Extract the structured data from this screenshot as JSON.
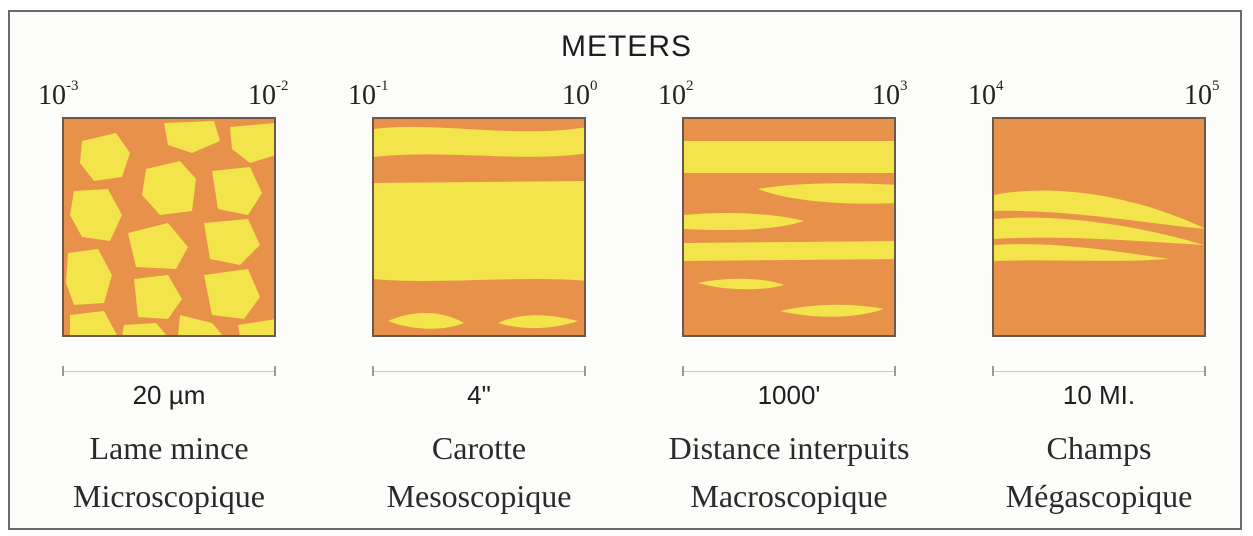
{
  "units_title": "METERS",
  "colors": {
    "matrix": "#e8914a",
    "grain": "#f2e44a",
    "border": "#6a5a4a"
  },
  "panels": [
    {
      "id": "thin-section",
      "range_min": {
        "base": "10",
        "exp": "-3"
      },
      "range_max": {
        "base": "10",
        "exp": "-2"
      },
      "scale_label": "20 µm",
      "name": "Lame mince",
      "category": "Microscopique"
    },
    {
      "id": "core",
      "range_min": {
        "base": "10",
        "exp": "-1"
      },
      "range_max": {
        "base": "10",
        "exp": "0"
      },
      "scale_label": "4\"",
      "name": "Carotte",
      "category": "Mesoscopique"
    },
    {
      "id": "interwell",
      "range_min": {
        "base": "10",
        "exp": "2"
      },
      "range_max": {
        "base": "10",
        "exp": "3"
      },
      "scale_label": "1000'",
      "name": "Distance interpuits",
      "category": "Macroscopique"
    },
    {
      "id": "field",
      "range_min": {
        "base": "10",
        "exp": "4"
      },
      "range_max": {
        "base": "10",
        "exp": "5"
      },
      "scale_label": "10 MI.",
      "name": "Champs",
      "category": "Mégascopique"
    }
  ]
}
